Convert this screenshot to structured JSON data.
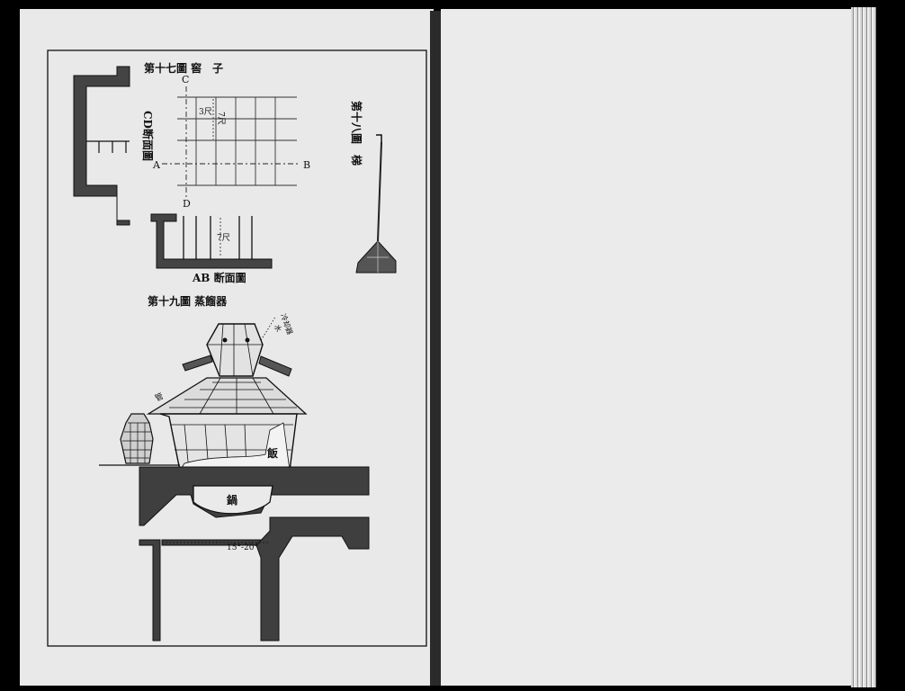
{
  "fig17": {
    "title": "第十七圖 窖　子",
    "cd_section": "CD断面圖",
    "ab_section": "AB 断面圖",
    "label_c": "C",
    "label_d": "D",
    "label_a": "A",
    "label_b": "B",
    "dim_3": "3尺",
    "dim_7": "7尺",
    "dim_7_section": "7尺"
  },
  "fig18": {
    "title": "第十八圖　梯"
  },
  "fig19": {
    "title": "第十九圖 蒸餾器",
    "water_label": "水",
    "cooler_label": "冷却器",
    "pipe_label": "管",
    "rice_label": "飯",
    "pot_label": "鍋",
    "angle_label": "15°-20°"
  }
}
